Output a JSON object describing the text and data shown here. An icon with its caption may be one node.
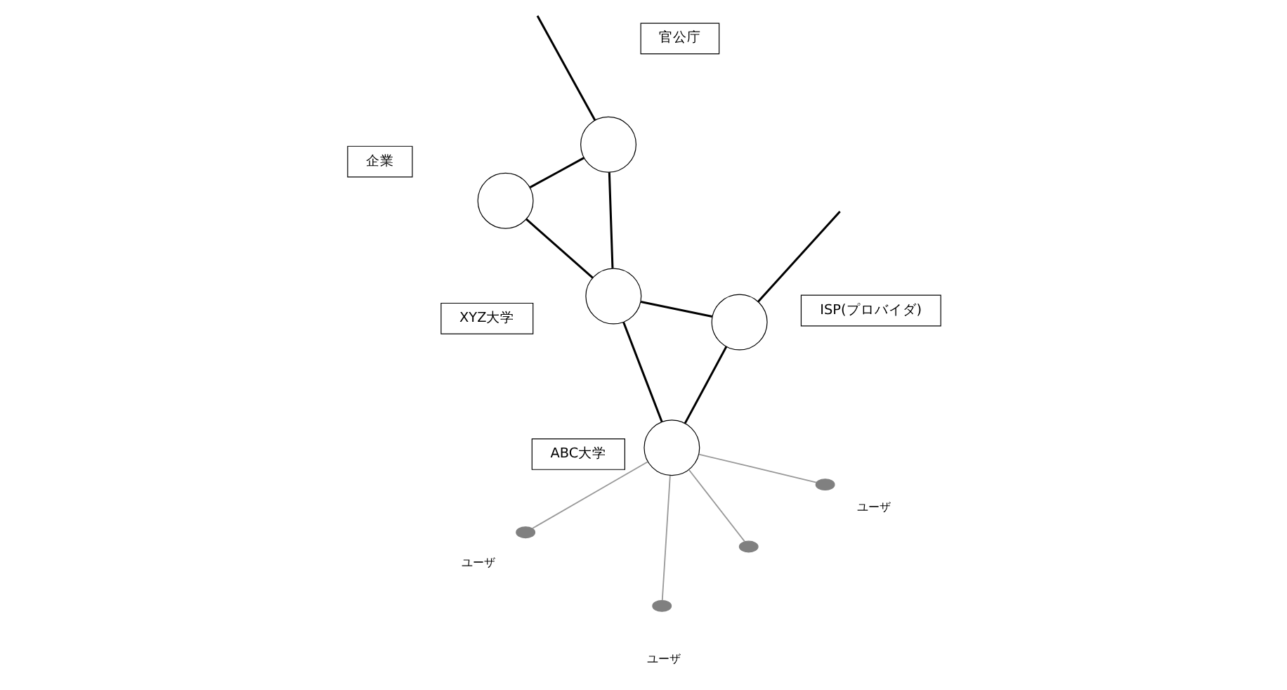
{
  "diagram": {
    "nodes": [
      {
        "text": [
          "企業"
        ]
      },
      {
        "text": [],
        "shape": "circle"
      },
      {
        "text": [
          "XYZ大学"
        ]
      },
      {
        "text": [],
        "shape": "circle"
      },
      {
        "text": [
          "官公庁"
        ]
      },
      {
        "text": [],
        "shape": "circle"
      },
      {
        "text": [
          "ABC大学"
        ]
      },
      {
        "text": [],
        "shape": "circle"
      },
      {
        "text": [
          "ISP(プロバイダ)"
        ]
      },
      {
        "text": [],
        "shape": "circle"
      },
      {
        "text": [],
        "shape": "ellipse"
      },
      {
        "text": [],
        "shape": "ellipse"
      },
      {
        "text": [],
        "shape": "ellipse"
      },
      {
        "text": [],
        "shape": "ellipse"
      }
    ],
    "edges": [
      {
        "from": null,
        "to": 3,
        "arrow": "none"
      },
      {
        "from": 3,
        "to": 1,
        "arrow": "none"
      },
      {
        "from": 3,
        "to": 5,
        "arrow": "none"
      },
      {
        "from": 1,
        "to": 5,
        "arrow": "none"
      },
      {
        "from": 5,
        "to": 9,
        "arrow": "none"
      },
      {
        "from": 5,
        "to": 7,
        "arrow": "none"
      },
      {
        "from": 9,
        "to": 7,
        "arrow": "none"
      },
      {
        "from": 7,
        "to": null,
        "arrow": "none"
      },
      {
        "from": 9,
        "to": 10,
        "arrow": "none",
        "color": "#999999"
      },
      {
        "from": 9,
        "to": 11,
        "arrow": "none",
        "color": "#999999"
      },
      {
        "from": 9,
        "to": 12,
        "arrow": "none",
        "color": "#999999"
      },
      {
        "from": 9,
        "to": 13,
        "arrow": "none",
        "color": "#999999"
      }
    ],
    "labels": [
      "ユーザ",
      "ユーザ",
      "ユーザ"
    ]
  }
}
